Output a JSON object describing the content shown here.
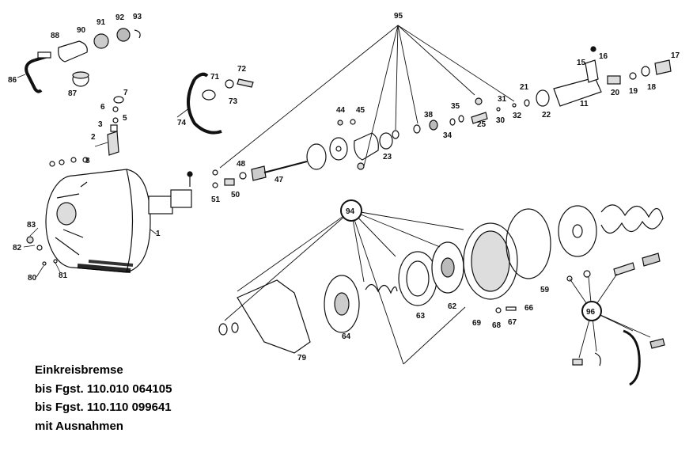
{
  "caption": {
    "line1": "Einkreisbremse",
    "line2": "bis Fgst. 110.010  064105",
    "line3": "bis Fgst. 110.110  099641",
    "line4": "mit Ausnahmen"
  },
  "callouts": {
    "group_95": "95",
    "group_94": "94",
    "group_96": "96"
  },
  "part_numbers": [
    "1",
    "2",
    "3",
    "5",
    "6",
    "7",
    "8",
    "11",
    "15",
    "16",
    "17",
    "18",
    "19",
    "20",
    "21",
    "22",
    "23",
    "25",
    "30",
    "31",
    "32",
    "34",
    "35",
    "38",
    "44",
    "45",
    "47",
    "48",
    "50",
    "51",
    "59",
    "62",
    "63",
    "64",
    "66",
    "67",
    "68",
    "69",
    "71",
    "72",
    "73",
    "74",
    "79",
    "80",
    "81",
    "82",
    "83",
    "86",
    "87",
    "88",
    "90",
    "91",
    "92",
    "93"
  ],
  "colors": {
    "ink": "#111111",
    "paper": "#ffffff"
  }
}
